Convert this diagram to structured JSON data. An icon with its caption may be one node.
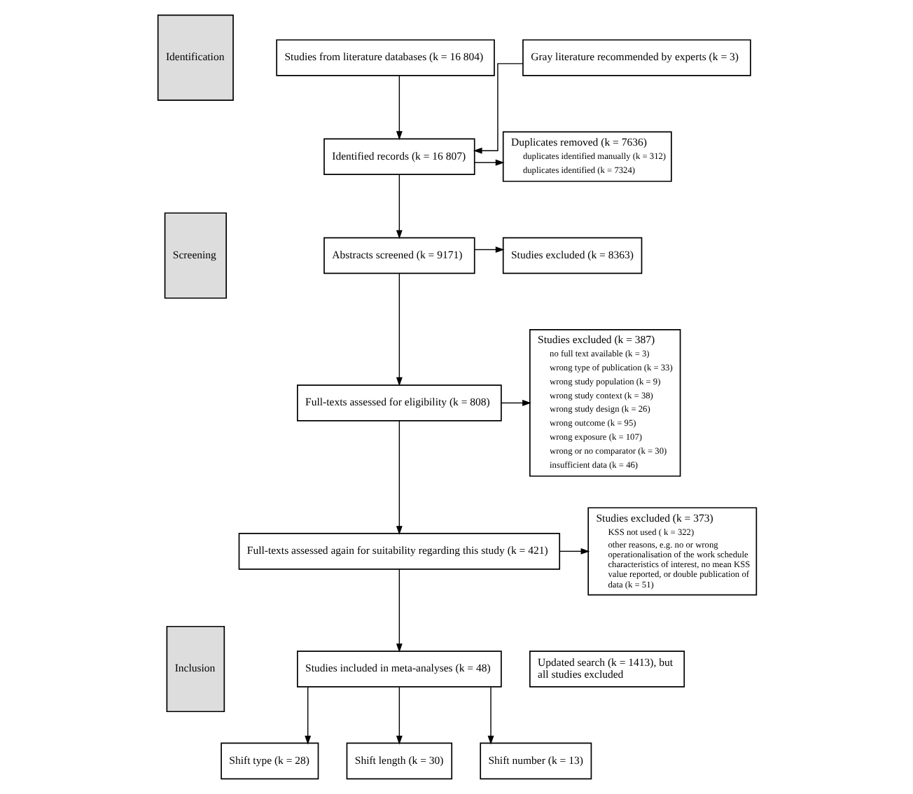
{
  "diagram": {
    "nodes": [
      {
        "text": [
          "Identification"
        ]
      },
      {
        "text": [
          "Studies from literature databases (k = 16 804)"
        ]
      },
      {
        "text": [
          "Gray literature recommended by experts (k = 3)"
        ]
      },
      {
        "text": [
          "Identified records (k = 16 807)"
        ]
      },
      {
        "text": [
          "Duplicates removed (k = 7636)",
          "duplicates identified manually (k = 312)",
          "duplicates identified (k = 7324)"
        ]
      },
      {
        "text": [
          "Screening"
        ]
      },
      {
        "text": [
          "Abstracts screened (k = 9171)"
        ]
      },
      {
        "text": [
          "Studies excluded (k = 8363)"
        ]
      },
      {
        "text": [
          "Full-texts assessed for eligibility (k = 808)"
        ]
      },
      {
        "text": [
          "Studies excluded (k = 387)",
          "no full text available (k = 3)",
          "wrong type of publication (k = 33)",
          "wrong study population (k = 9)",
          "wrong study context (k = 38)",
          "wrong study design (k = 26)",
          "wrong outcome (k = 95)",
          "wrong exposure (k = 107)",
          "wrong or no comparator (k = 30)",
          "insufficient data (k = 46)"
        ]
      },
      {
        "text": [
          "Full-texts assessed again for suitability regarding this study (k = 421)"
        ]
      },
      {
        "text": [
          "Studies excluded (k = 373)",
          "KSS not used ( k = 322)",
          "other reasons, e.g. no or wrong operationalisation of the work schedule characteristics of interest, no mean KSS value reported, or double publication of data (k = 51)"
        ]
      },
      {
        "text": [
          "Inclusion"
        ]
      },
      {
        "text": [
          "Studies included in meta-analyses (k = 48)"
        ]
      },
      {
        "text": [
          "Updated search (k = 1413), but all studies excluded"
        ]
      },
      {
        "text": [
          "Shift type (k = 28)"
        ]
      },
      {
        "text": [
          "Shift length (k = 30)"
        ]
      },
      {
        "text": [
          "Shift number (k = 13)"
        ]
      }
    ],
    "edges": [
      {
        "from": 1,
        "to": 3,
        "arrow": "to"
      },
      {
        "from": 2,
        "to": 3,
        "arrow": "to"
      },
      {
        "from": 3,
        "to": 4,
        "arrow": "to"
      },
      {
        "from": 3,
        "to": 6,
        "arrow": "to"
      },
      {
        "from": 6,
        "to": 7,
        "arrow": "to"
      },
      {
        "from": 6,
        "to": 8,
        "arrow": "to"
      },
      {
        "from": 8,
        "to": 9,
        "arrow": "to"
      },
      {
        "from": 8,
        "to": 10,
        "arrow": "to"
      },
      {
        "from": 10,
        "to": 11,
        "arrow": "to"
      },
      {
        "from": 10,
        "to": 13,
        "arrow": "to"
      },
      {
        "from": 13,
        "to": 15,
        "arrow": "to"
      },
      {
        "from": 13,
        "to": 16,
        "arrow": "to"
      },
      {
        "from": 13,
        "to": 17,
        "arrow": "to"
      }
    ]
  }
}
